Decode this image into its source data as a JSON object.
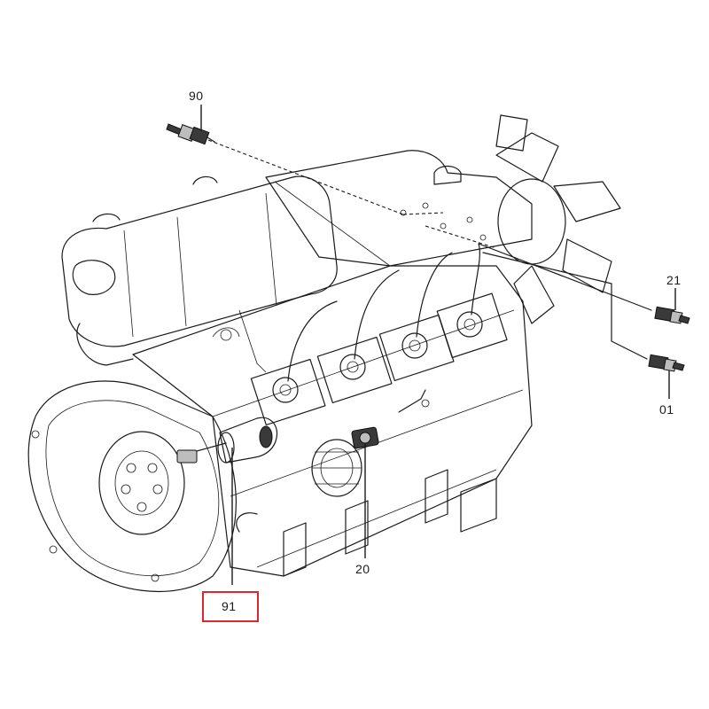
{
  "callouts": {
    "c90": "90",
    "c21": "21",
    "c01": "01",
    "c20": "20",
    "c91": "91"
  },
  "highlight": {
    "target": "91",
    "color": "#e02828"
  }
}
